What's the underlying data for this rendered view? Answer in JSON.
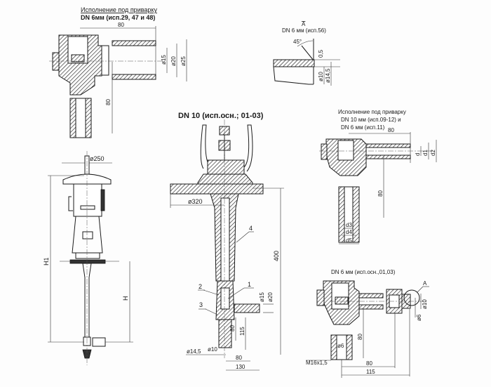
{
  "views": {
    "weld_dn6_top": {
      "title": "Исполнение под приварку",
      "subtitle": "DN 6мм (исп.29, 47 и 48)",
      "dims": {
        "length": "80",
        "height": "80",
        "d15": "ø15",
        "d20": "ø20",
        "d25": "ø25"
      }
    },
    "detail_a": {
      "marker": "A",
      "title": "DN 6 мм (исп.56)",
      "angle": "45°",
      "gap": "0,5",
      "d10": "ø10",
      "d14_5": "ø14,5"
    },
    "assembly": {
      "d250": "ø250",
      "h1": "H1",
      "h": "H"
    },
    "dn10_main": {
      "title": "DN 10 (исп.осн.; 01-03)",
      "d320": "ø320",
      "len400": "400",
      "callouts": [
        "1",
        "2",
        "3",
        "4"
      ],
      "d15": "ø15",
      "d20": "ø20",
      "v80": "80",
      "v115": "115",
      "d14_5": "ø14,5",
      "d10": "ø10",
      "h80": "80",
      "h130": "130"
    },
    "weld_dn10": {
      "title": "Исполнение под приварку",
      "line2": "DN 10 мм (исп.09-12) и",
      "line3": "DN 6 мм (исп.11)",
      "len80": "80",
      "v80": "80",
      "d": "d",
      "d1": "d1",
      "d2": "d2",
      "d3": "d3",
      "d4": "d4",
      "d5": "d5"
    },
    "dn6_main": {
      "title": "DN 6 мм (исп.осн.,01,03)",
      "marker": "A",
      "d10": "ø10",
      "d6": "ø6",
      "inner_d6": "ø6",
      "v80": "80",
      "thread": "M16x1,5",
      "h80": "80",
      "h115": "115"
    }
  }
}
